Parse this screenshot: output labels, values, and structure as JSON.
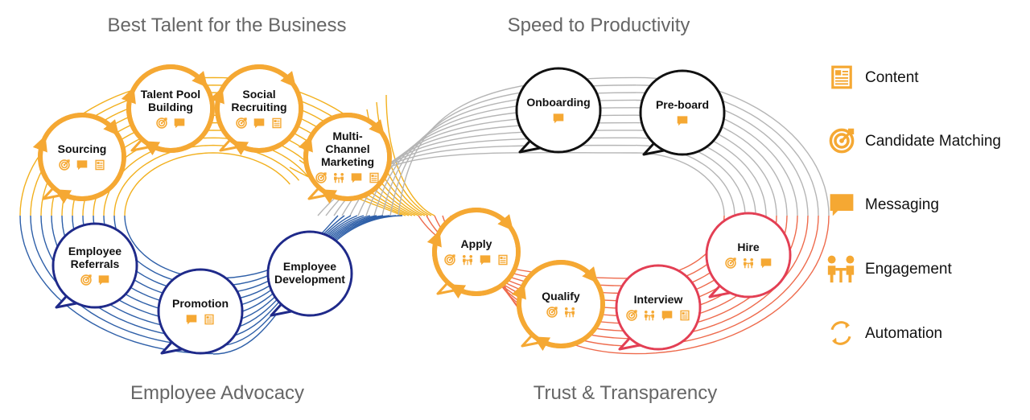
{
  "quadrants": {
    "top_left": "Best Talent for the Business",
    "top_right": "Speed to Productivity",
    "bottom_left": "Employee Advocacy",
    "bottom_right": "Trust & Transparency"
  },
  "colors": {
    "gold": "#F2B01E",
    "orange": "#F5A833",
    "gray": "#B5B5B5",
    "blue": "#2E5FA8",
    "navy": "#1F2A8A",
    "red": "#E33F54",
    "salmon": "#EE6B4D",
    "black": "#111111"
  },
  "nodes": {
    "sourcing": {
      "line1": "Sourcing",
      "line2": "",
      "line3": "",
      "icons": [
        "candidate-matching",
        "messaging",
        "content"
      ]
    },
    "talent_pool": {
      "line1": "Talent Pool",
      "line2": "Building",
      "line3": "",
      "icons": [
        "candidate-matching",
        "messaging"
      ]
    },
    "social": {
      "line1": "Social",
      "line2": "Recruiting",
      "line3": "",
      "icons": [
        "candidate-matching",
        "messaging",
        "content"
      ]
    },
    "multichannel": {
      "line1": "Multi-",
      "line2": "Channel",
      "line3": "Marketing",
      "icons": [
        "candidate-matching",
        "engagement",
        "messaging",
        "content"
      ]
    },
    "onboarding": {
      "line1": "Onboarding",
      "line2": "",
      "line3": "",
      "icons": [
        "messaging"
      ]
    },
    "preboard": {
      "line1": "Pre-board",
      "line2": "",
      "line3": "",
      "icons": [
        "messaging"
      ]
    },
    "referrals": {
      "line1": "Employee",
      "line2": "Referrals",
      "line3": "",
      "icons": [
        "candidate-matching",
        "messaging"
      ]
    },
    "promotion": {
      "line1": "Promotion",
      "line2": "",
      "line3": "",
      "icons": [
        "messaging",
        "content"
      ]
    },
    "development": {
      "line1": "Employee",
      "line2": "Development",
      "line3": "",
      "icons": []
    },
    "apply": {
      "line1": "Apply",
      "line2": "",
      "line3": "",
      "icons": [
        "candidate-matching",
        "engagement",
        "messaging",
        "content"
      ]
    },
    "qualify": {
      "line1": "Qualify",
      "line2": "",
      "line3": "",
      "icons": [
        "candidate-matching",
        "engagement"
      ]
    },
    "interview": {
      "line1": "Interview",
      "line2": "",
      "line3": "",
      "icons": [
        "candidate-matching",
        "engagement",
        "messaging",
        "content"
      ]
    },
    "hire": {
      "line1": "Hire",
      "line2": "",
      "line3": "",
      "icons": [
        "candidate-matching",
        "engagement",
        "messaging"
      ]
    }
  },
  "legend": [
    {
      "label": "Content",
      "icon": "content"
    },
    {
      "label": "Candidate Matching",
      "icon": "candidate-matching"
    },
    {
      "label": "Messaging",
      "icon": "messaging"
    },
    {
      "label": "Engagement",
      "icon": "engagement"
    },
    {
      "label": "Automation",
      "icon": "automation"
    }
  ]
}
